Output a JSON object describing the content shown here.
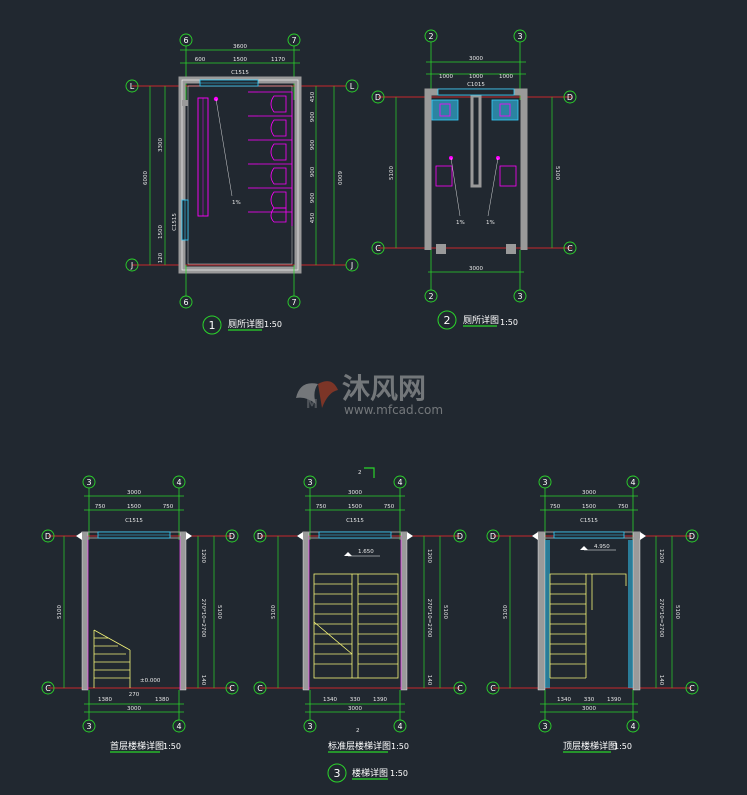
{
  "colors": {
    "background": "#212830",
    "dim_line": "#2bd42b",
    "axis": "#ff2a2a",
    "wall": "#9a9a9a",
    "fixture": "#ff00ff",
    "window": "#34d0ff",
    "stair": "#f5f57a",
    "text": "#ffffff"
  },
  "watermark": {
    "brand": "沐风网",
    "url": "www.mfcad.com"
  },
  "plan1": {
    "axis_top": [
      "6",
      "7"
    ],
    "axis_bottom": [
      "6",
      "7"
    ],
    "axis_left": [
      "L",
      "J"
    ],
    "axis_right": [
      "L",
      "J"
    ],
    "dim_total": "3600",
    "dim_segments": [
      "600",
      "1500",
      "1170"
    ],
    "window": "C1515",
    "left_dims": [
      "3300",
      "1500",
      "120"
    ],
    "left_total": "6000",
    "window_left": "C1515",
    "right_dims": [
      "450",
      "900",
      "900",
      "900",
      "900",
      "450"
    ],
    "right_total": "6000",
    "floor_label": "1%",
    "number": "1",
    "title": "厕所详图",
    "scale": "1:50"
  },
  "plan2": {
    "axis_top": [
      "2",
      "3"
    ],
    "axis_bottom": [
      "2",
      "3"
    ],
    "axis_left": [
      "D",
      "C"
    ],
    "axis_right": [
      "D",
      "C"
    ],
    "dim_total": "3000",
    "dim_segments": [
      "1000",
      "1000",
      "1000"
    ],
    "window": "C1015",
    "left_total": "5100",
    "right_total": "5100",
    "dim_bottom": "3000",
    "floor_labels": [
      "1%",
      "1%"
    ],
    "number": "2",
    "title": "厕所详图",
    "scale": "1:50"
  },
  "stair1": {
    "axis_top": [
      "3",
      "4"
    ],
    "axis_bottom": [
      "3",
      "4"
    ],
    "axis_left": [
      "D",
      "C"
    ],
    "axis_right": [
      "D",
      "C"
    ],
    "dim_total": "3000",
    "dim_segments": [
      "750",
      "1500",
      "750"
    ],
    "window": "C1515",
    "left_total": "5100",
    "right_dims": [
      "1200",
      "270*10=2700",
      "5100",
      "140"
    ],
    "bottom_dims": [
      "1380",
      "270",
      "1380"
    ],
    "bottom_total": "3000",
    "elevation": "±0.000",
    "title": "首层楼梯详图",
    "scale": "1:50"
  },
  "stair2": {
    "axis_top": [
      "3",
      "4"
    ],
    "axis_bottom": [
      "3",
      "4"
    ],
    "axis_left": [
      "D",
      "C"
    ],
    "axis_right": [
      "D",
      "C"
    ],
    "section_mark": "2",
    "dim_total": "3000",
    "dim_segments": [
      "750",
      "1500",
      "750"
    ],
    "window": "C1515",
    "left_total": "5100",
    "right_dims": [
      "1200",
      "270*10=2700",
      "5100",
      "140"
    ],
    "bottom_dims": [
      "1340",
      "330",
      "1390"
    ],
    "bottom_total": "3000",
    "elevation": "1.650",
    "title": "标准层楼梯详图",
    "scale": "1:50"
  },
  "stair3": {
    "axis_top": [
      "3",
      "4"
    ],
    "axis_bottom": [
      "3",
      "4"
    ],
    "axis_left": [
      "D",
      "C"
    ],
    "axis_right": [
      "D",
      "C"
    ],
    "dim_total": "3000",
    "dim_segments": [
      "750",
      "1500",
      "750"
    ],
    "window": "C1515",
    "left_total": "5100",
    "right_dims": [
      "1200",
      "270*10=2700",
      "5100",
      "140"
    ],
    "bottom_dims": [
      "1340",
      "330",
      "1390"
    ],
    "bottom_total": "3000",
    "elevation": "4.950",
    "title": "顶层楼梯详图",
    "scale": "1:50"
  },
  "group": {
    "number": "3",
    "title": "楼梯详图",
    "scale": "1:50"
  }
}
